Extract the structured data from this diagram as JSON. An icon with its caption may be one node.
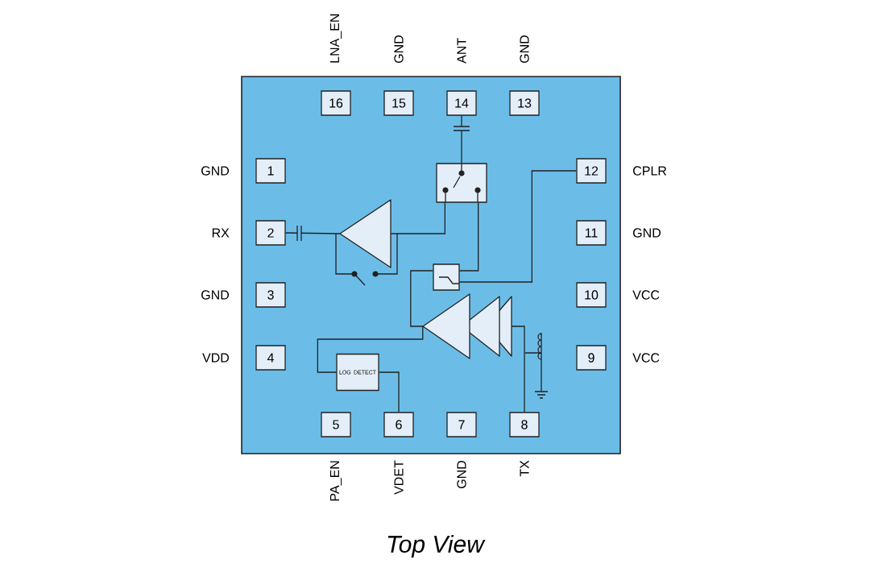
{
  "diagram": {
    "caption": "Top View",
    "nodes": [
      {
        "text": [],
        "shape": "box"
      },
      {
        "text": [
          "1"
        ],
        "beside": [
          "GND"
        ],
        "in": 0
      },
      {
        "text": [
          "2"
        ],
        "beside": [
          "RX"
        ],
        "in": 0
      },
      {
        "text": [
          "3"
        ],
        "beside": [
          "GND"
        ],
        "in": 0
      },
      {
        "text": [
          "4"
        ],
        "beside": [
          "VDD"
        ],
        "in": 0
      },
      {
        "text": [
          "5"
        ],
        "beside": [
          "PA_EN"
        ],
        "in": 0
      },
      {
        "text": [
          "6"
        ],
        "beside": [
          "VDET"
        ],
        "in": 0
      },
      {
        "text": [
          "7"
        ],
        "beside": [
          "GND"
        ],
        "in": 0
      },
      {
        "text": [
          "8"
        ],
        "beside": [
          "TX"
        ],
        "in": 0
      },
      {
        "text": [
          "9"
        ],
        "beside": [
          "VCC"
        ],
        "in": 0
      },
      {
        "text": [
          "10"
        ],
        "beside": [
          "VCC"
        ],
        "in": 0
      },
      {
        "text": [
          "11"
        ],
        "beside": [
          "GND"
        ],
        "in": 0
      },
      {
        "text": [
          "12"
        ],
        "beside": [
          "CPLR"
        ],
        "in": 0
      },
      {
        "text": [
          "13"
        ],
        "beside": [
          "GND"
        ],
        "in": 0
      },
      {
        "text": [
          "14"
        ],
        "beside": [
          "ANT"
        ],
        "in": 0
      },
      {
        "text": [
          "15"
        ],
        "beside": [
          "GND"
        ],
        "in": 0
      },
      {
        "text": [
          "16"
        ],
        "beside": [
          "LNA_EN"
        ],
        "in": 0
      },
      {
        "text": [],
        "shape": "box",
        "in": 0
      },
      {
        "text": [],
        "shape": "triangle",
        "in": 0
      },
      {
        "text": [],
        "shape": "box",
        "in": 0
      },
      {
        "text": [],
        "shape": "triangle",
        "in": 0
      },
      {
        "text": [
          "LOG DETECT"
        ],
        "in": 0
      }
    ],
    "edges": [
      {
        "from": 2,
        "to": 18,
        "arrow": "none"
      },
      {
        "from": 14,
        "to": 17,
        "arrow": "none"
      },
      {
        "from": 17,
        "to": 18,
        "arrow": "none"
      },
      {
        "from": 17,
        "to": 19,
        "arrow": "none"
      },
      {
        "from": 19,
        "to": 12,
        "arrow": "none"
      },
      {
        "from": 19,
        "to": 20,
        "arrow": "none"
      },
      {
        "from": 20,
        "to": 8,
        "arrow": "none"
      },
      {
        "from": 20,
        "to": 21,
        "arrow": "none"
      },
      {
        "from": 21,
        "to": 6,
        "arrow": "none"
      }
    ]
  }
}
